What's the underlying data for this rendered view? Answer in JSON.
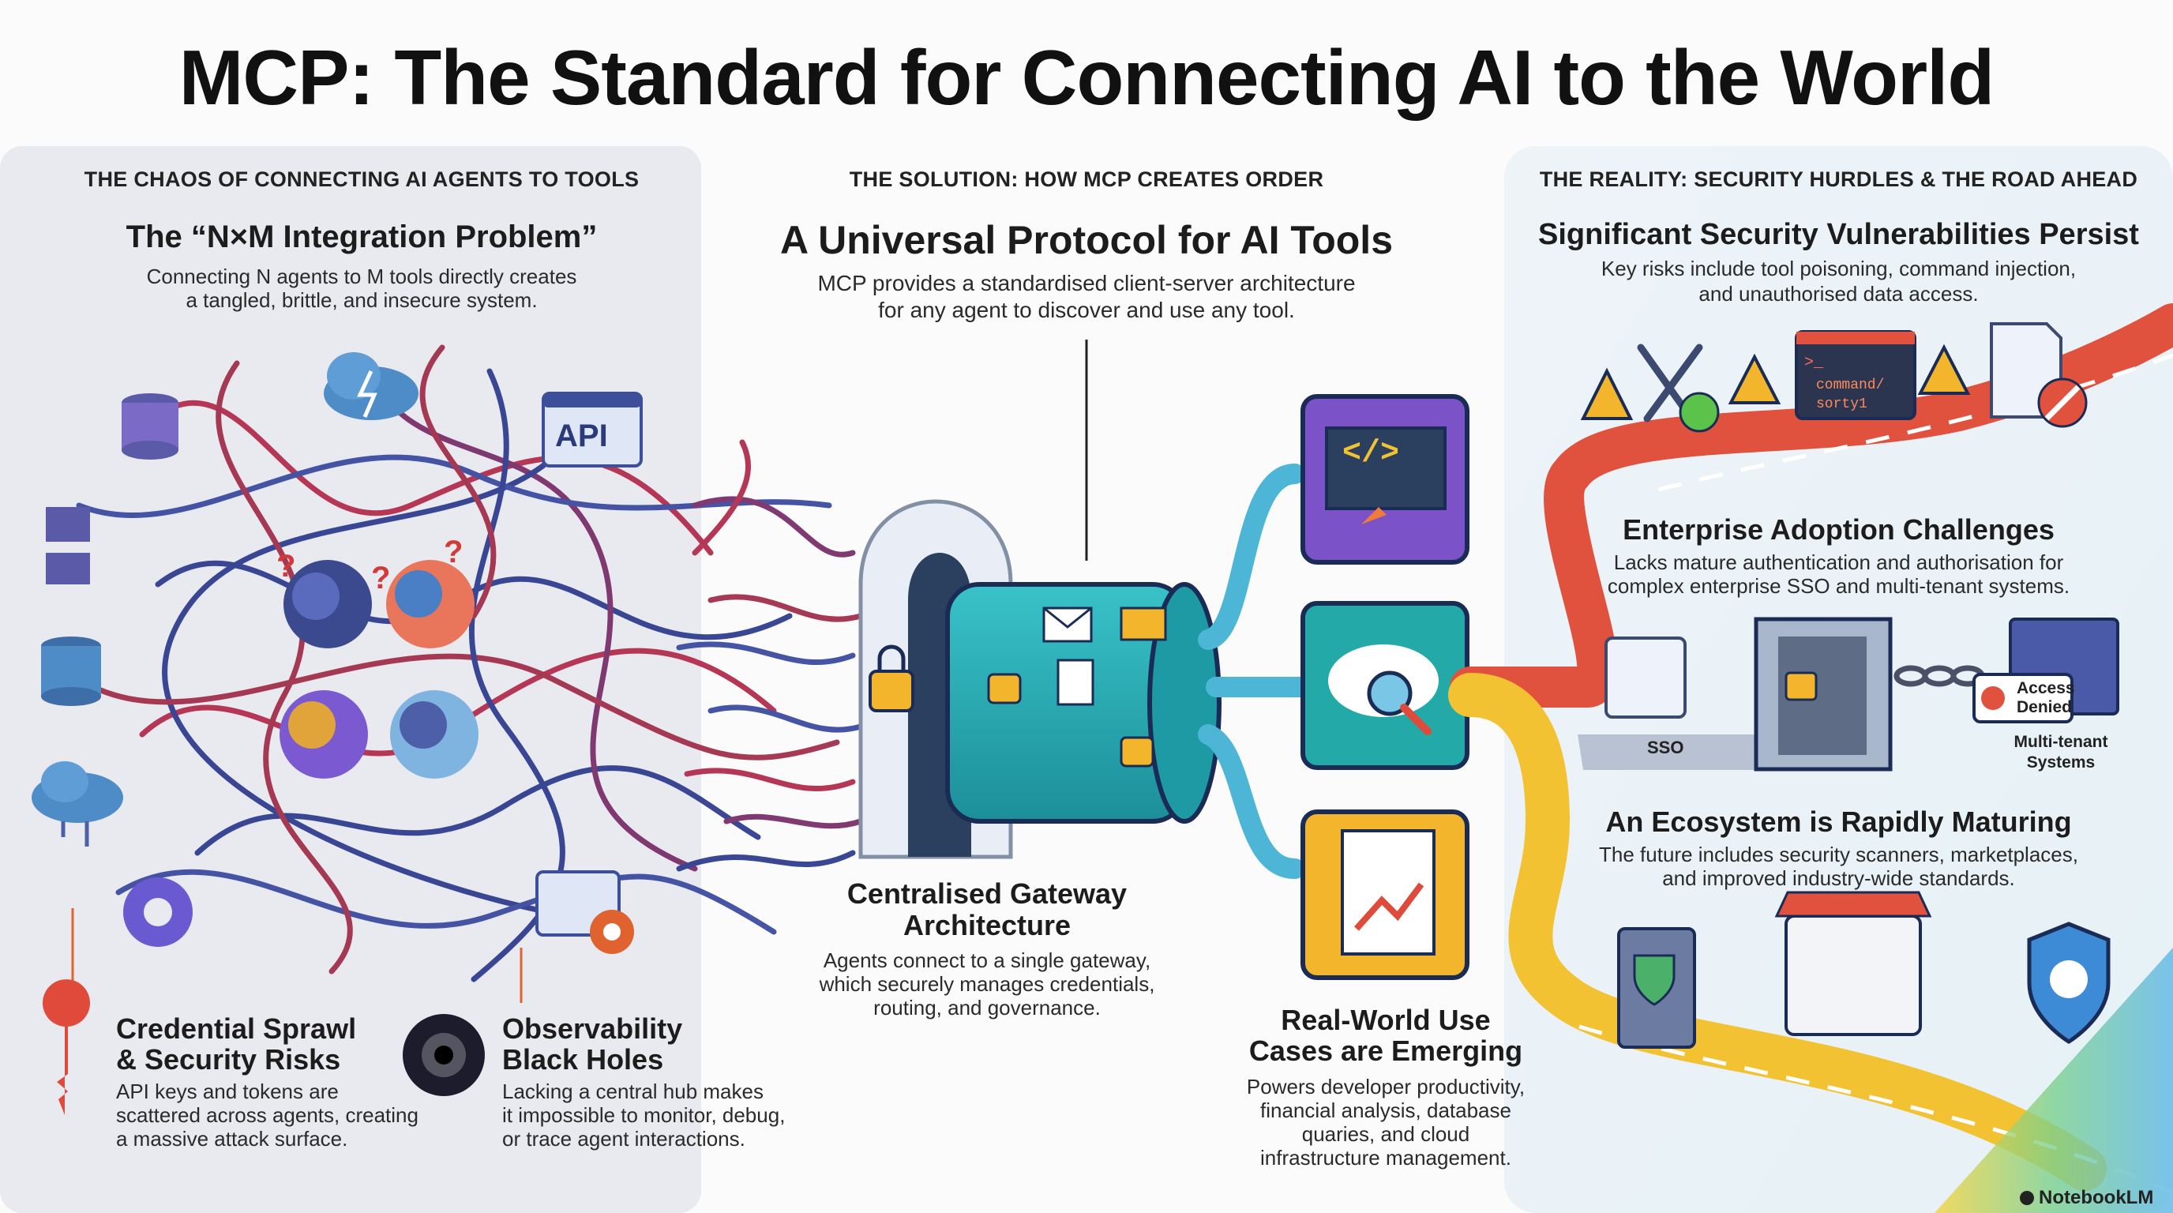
{
  "title": "MCP: The Standard for Connecting AI to the World",
  "left": {
    "eyebrow": "THE CHAOS OF CONNECTING AI AGENTS TO TOOLS",
    "heading": "The “N×M Integration Problem”",
    "line1": "Connecting N agents to M tools directly creates",
    "line2": "a tangled, brittle, and insecure system.",
    "api_label": "API",
    "credential": {
      "title1": "Credential Sprawl",
      "title2": "& Security Risks",
      "line1": "API keys and tokens are",
      "line2": "scattered across agents, creating",
      "line3": "a massive attack surface."
    },
    "observability": {
      "title1": "Observability",
      "title2": "Black Holes",
      "line1": "Lacking a central hub makes",
      "line2": "it impossible to monitor, debug,",
      "line3": "or trace agent interactions."
    }
  },
  "middle": {
    "eyebrow": "THE SOLUTION: HOW MCP CREATES ORDER",
    "heading": "A Universal Protocol for AI Tools",
    "line1": "MCP provides a standardised client-server architecture",
    "line2": "for any agent to discover and use any tool.",
    "gateway": {
      "title1": "Centralised Gateway",
      "title2": "Architecture",
      "line1": "Agents connect to a single gateway,",
      "line2": "which securely manages credentials,",
      "line3": "routing, and governance."
    },
    "usecases": {
      "title1": "Real-World Use",
      "title2": "Cases are Emerging",
      "line1": "Powers developer productivity,",
      "line2": "financial analysis, database",
      "line3": "quaries, and cloud",
      "line4": "infrastructure management."
    },
    "code_glyph": "</>"
  },
  "right": {
    "eyebrow": "THE REALITY: SECURITY HURDLES & THE ROAD AHEAD",
    "security": {
      "heading": "Significant Security Vulnerabilities Persist",
      "line1": "Key risks include tool poisoning, command injection,",
      "line2": "and unauthorised data access.",
      "terminal_prompt": ">_",
      "terminal_line1": "command/",
      "terminal_line2": "sorty1"
    },
    "enterprise": {
      "heading": "Enterprise Adoption Challenges",
      "line1": "Lacks mature authentication and authorisation for",
      "line2": "complex enterprise SSO and multi-tenant systems.",
      "sso_label": "SSO",
      "access_denied_1": "Access",
      "access_denied_2": "Denied",
      "multi_tenant_1": "Multi-tenant",
      "multi_tenant_2": "Systems"
    },
    "ecosystem": {
      "heading": "An Ecosystem is Rapidly Maturing",
      "line1": "The future includes security scanners, marketplaces,",
      "line2": "and improved industry-wide standards."
    }
  },
  "brand": "NotebookLM"
}
